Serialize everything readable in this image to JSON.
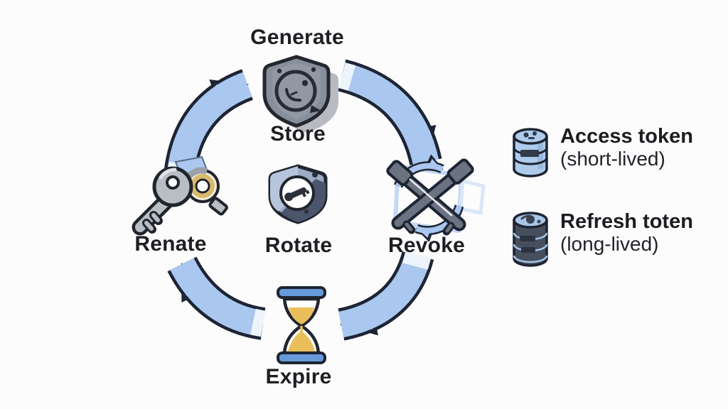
{
  "diagram": {
    "type": "token-lifecycle-cycle",
    "background": "#fcfcfd",
    "nodes": [
      {
        "id": "generate",
        "label": "Generate",
        "icon": "shield-emblem-icon"
      },
      {
        "id": "store",
        "label": "Store",
        "icon": "shield-emblem-icon"
      },
      {
        "id": "rotate",
        "label": "Rotate",
        "icon": "shield-key-icon"
      },
      {
        "id": "renate",
        "label": "Renate",
        "icon": "double-keys-icon"
      },
      {
        "id": "revoke",
        "label": "Revoke",
        "icon": "crossed-keys-cycle-icon"
      },
      {
        "id": "expire",
        "label": "Expire",
        "icon": "hourglass-icon"
      }
    ],
    "arrows": [
      {
        "from": "Renate",
        "to": "Generate",
        "direction": "up-right"
      },
      {
        "from": "Generate",
        "to": "Revoke",
        "direction": "down-right"
      },
      {
        "from": "Revoke",
        "to": "Expire",
        "direction": "down-left"
      },
      {
        "from": "Expire",
        "to": "Renate",
        "direction": "up-left"
      }
    ]
  },
  "legend": {
    "items": [
      {
        "icon": "coin-stack-light-icon",
        "title": "Access token",
        "subtitle": "(short-lived)"
      },
      {
        "icon": "coin-stack-dark-icon",
        "title": "Refresh toten",
        "subtitle": "(long-lived)"
      }
    ]
  },
  "colors": {
    "arrow_blue": "#a9c7ef",
    "outline_dark": "#1d2433",
    "text": "#1e1f22",
    "shield_gray": "#878e9c",
    "shield_slate_light": "#b7c5dc",
    "shield_slate_dark": "#4b556c",
    "hourglass_blue": "#679ad9",
    "sand_gold": "#eabf5b",
    "key_gray": "#b9bdc4",
    "key_gold": "#e6cf96",
    "coin_light": "#aecbec",
    "coin_dark": "#464f5e"
  }
}
